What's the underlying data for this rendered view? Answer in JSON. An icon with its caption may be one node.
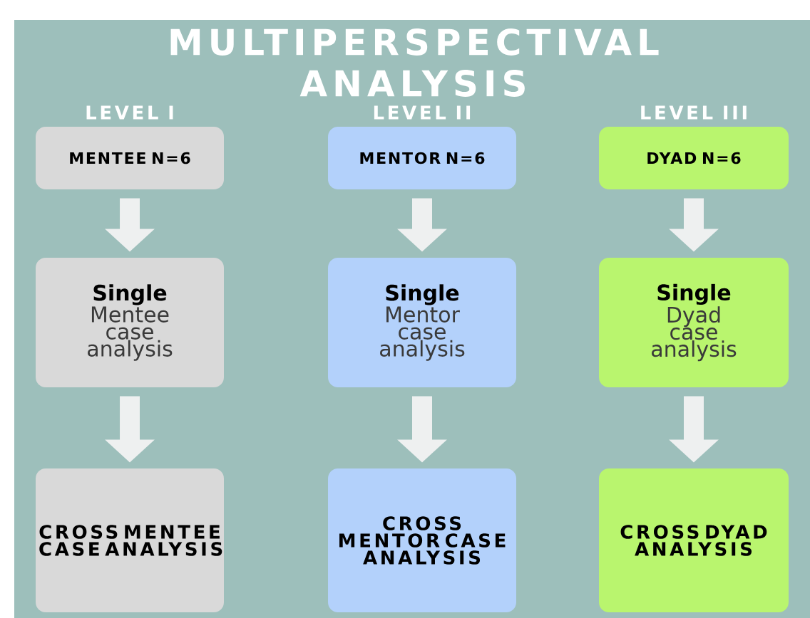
{
  "diagram": {
    "title": "MULTIPERSPECTIVAL ANALYSIS",
    "nodes": [
      {
        "text": [
          "LEVEL I",
          "MENTEE N=6"
        ]
      },
      {
        "text": [
          "LEVEL II",
          "MENTOR N=6"
        ]
      },
      {
        "text": [
          "LEVEL III",
          "DYAD N=6"
        ]
      },
      {
        "text": [
          "Single",
          "Mentee case analysis"
        ]
      },
      {
        "text": [
          "Single",
          "Mentor case analysis"
        ]
      },
      {
        "text": [
          "Single",
          "Dyad case analysis"
        ]
      },
      {
        "text": [
          "CROSS MENTEE CASE ANALYSIS"
        ]
      },
      {
        "text": [
          "CROSS MENTOR CASE ANALYSIS"
        ]
      },
      {
        "text": [
          "CROSS DYAD ANALYSIS"
        ]
      }
    ],
    "edges": [
      {
        "from": 0,
        "to": 3,
        "arrow": "to"
      },
      {
        "from": 1,
        "to": 4,
        "arrow": "to"
      },
      {
        "from": 2,
        "to": 5,
        "arrow": "to"
      },
      {
        "from": 3,
        "to": 6,
        "arrow": "to"
      },
      {
        "from": 4,
        "to": 7,
        "arrow": "to"
      },
      {
        "from": 5,
        "to": 8,
        "arrow": "to"
      }
    ]
  }
}
